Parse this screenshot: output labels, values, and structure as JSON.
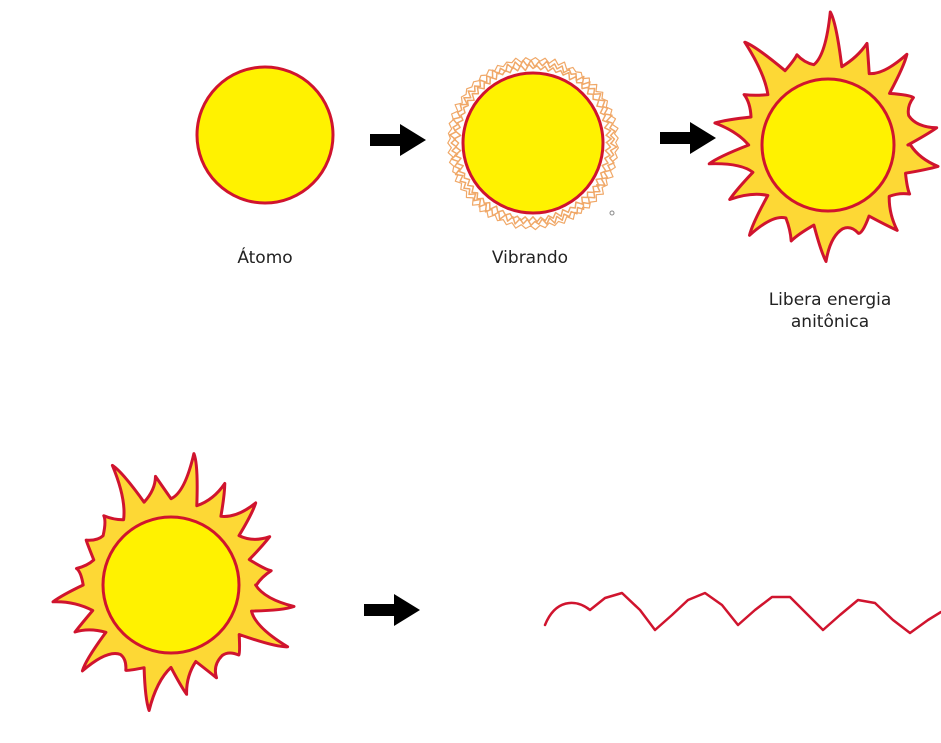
{
  "labels": {
    "atom": "Átomo",
    "vibrating": "Vibrando",
    "release_line1": "Libera energia",
    "release_line2": "anitônica"
  },
  "colors": {
    "core_fill": "#FFF200",
    "outline": "#D0142E",
    "aura_fill": "#FDD835",
    "vibration_lines": "#F0A868",
    "arrow": "#000000",
    "background": "#FFFFFF"
  }
}
